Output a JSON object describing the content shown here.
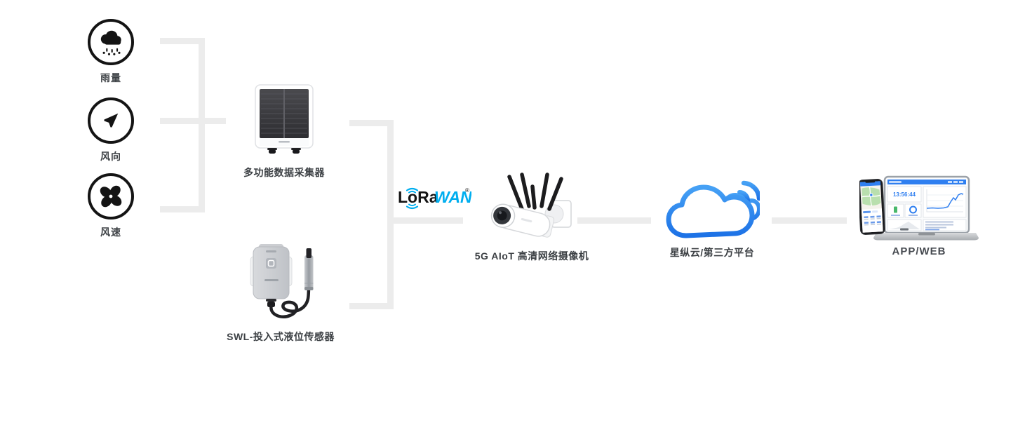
{
  "nodes": {
    "sensors": [
      {
        "label": "雨量"
      },
      {
        "label": "风向"
      },
      {
        "label": "风速"
      }
    ],
    "collector": {
      "label": "多功能数据采集器"
    },
    "level_sensor": {
      "label": "SWL-投入式液位传感器"
    },
    "camera": {
      "label": "5G AIoT 高清网络摄像机"
    },
    "cloud": {
      "label": "星纵云/第三方平台"
    },
    "client": {
      "label": "APP/WEB",
      "screen_time": "13:56:44"
    }
  },
  "lorawan_logo": {
    "black": "LoRa",
    "blue": "WAN",
    "registered": "®"
  },
  "colors": {
    "connector_line": "#ececec",
    "label_text": "#3d4145",
    "icon_black": "#141414",
    "lorawan_blue": "#00aeef",
    "cloud_blue_top": "#46a1f5",
    "cloud_blue_bottom": "#1d72e6",
    "dashboard_blue": "#2f7ff0"
  }
}
